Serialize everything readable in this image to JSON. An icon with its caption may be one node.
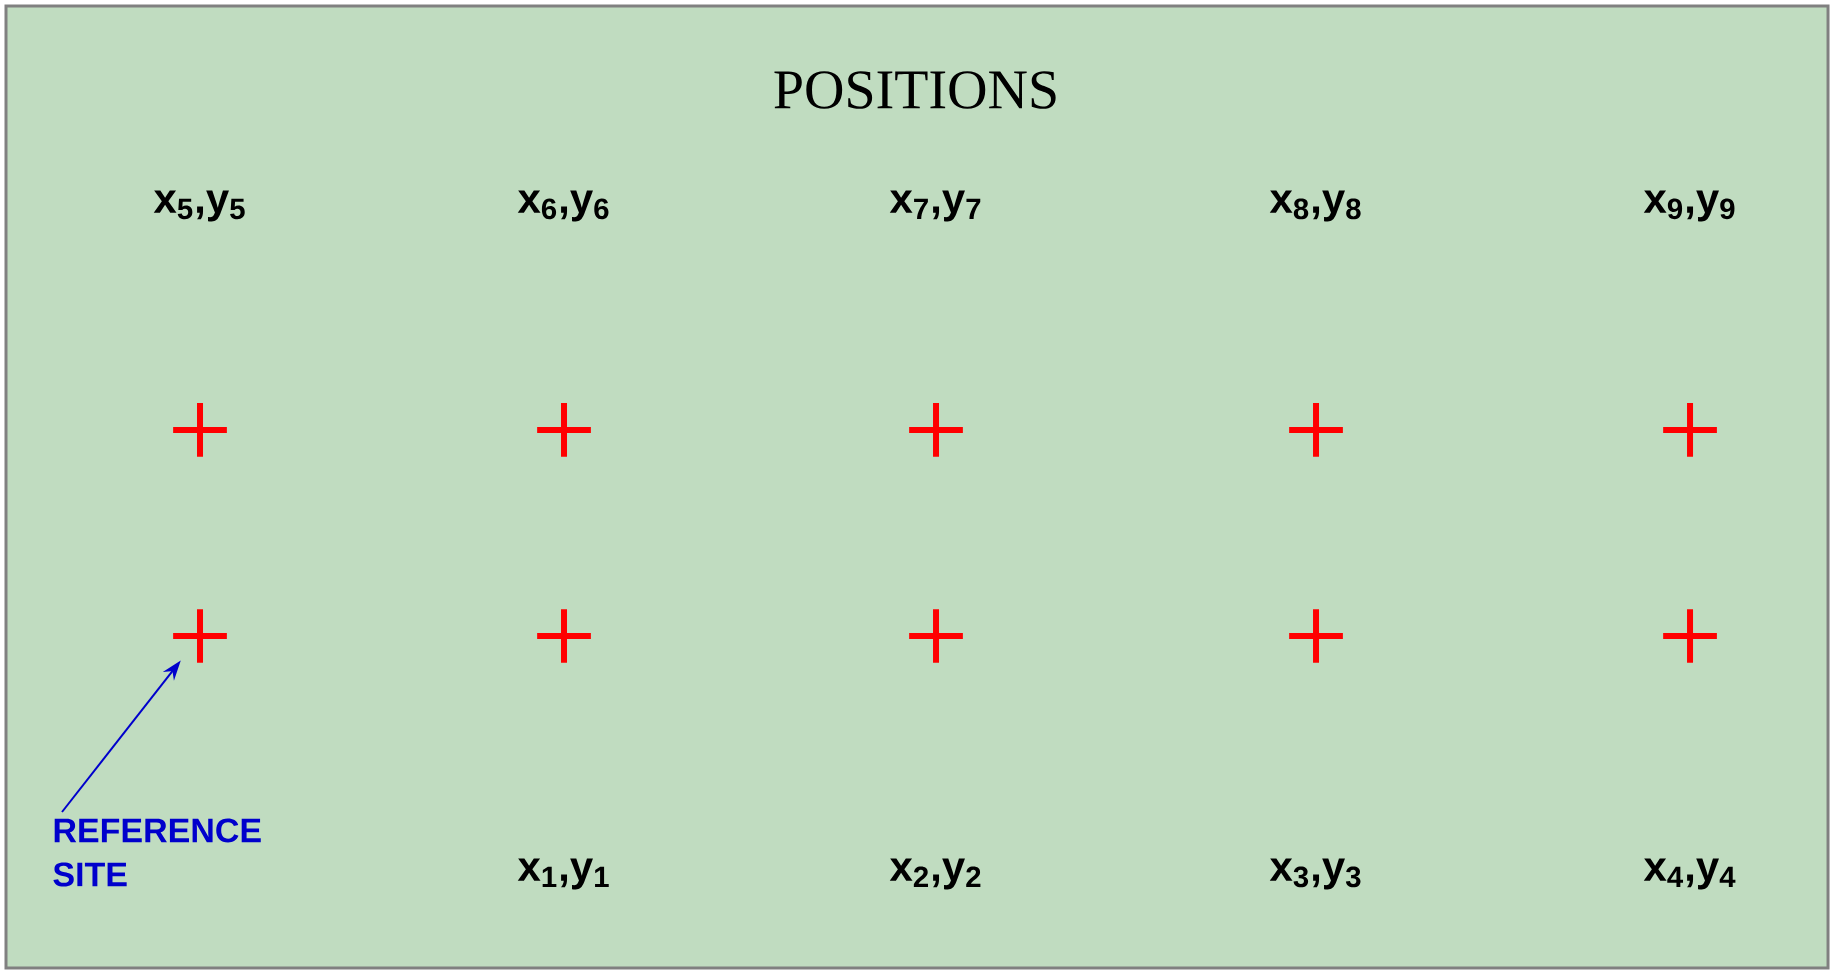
{
  "diagram": {
    "title": "POSITIONS",
    "nodes": [
      {
        "text": [],
        "shape": "cross"
      },
      {
        "text": [],
        "shape": "cross"
      },
      {
        "text": [],
        "shape": "cross"
      },
      {
        "text": [],
        "shape": "cross"
      },
      {
        "text": [],
        "shape": "cross"
      },
      {
        "text": [],
        "shape": "cross"
      },
      {
        "text": [],
        "shape": "cross"
      },
      {
        "text": [],
        "shape": "cross"
      },
      {
        "text": [],
        "shape": "cross"
      },
      {
        "text": [],
        "shape": "cross"
      },
      {
        "text": [
          "REFERENCE SITE"
        ]
      }
    ],
    "edges": [
      {
        "from": 10,
        "to": 5,
        "arrow": "to",
        "color": "#0000cc"
      }
    ],
    "labels": [
      "x$_{5}$,y$_{5}$",
      "x$_{6}$,y$_{6}$",
      "x$_{7}$,y$_{7}$",
      "x$_{8}$,y$_{8}$",
      "x$_{9}$,y$_{9}$",
      "x$_{1}$,y$_{1}$",
      "x$_{2}$,y$_{2}$",
      "x$_{3}$,y$_{3}$",
      "x$_{4}$,y$_{4}$"
    ]
  }
}
